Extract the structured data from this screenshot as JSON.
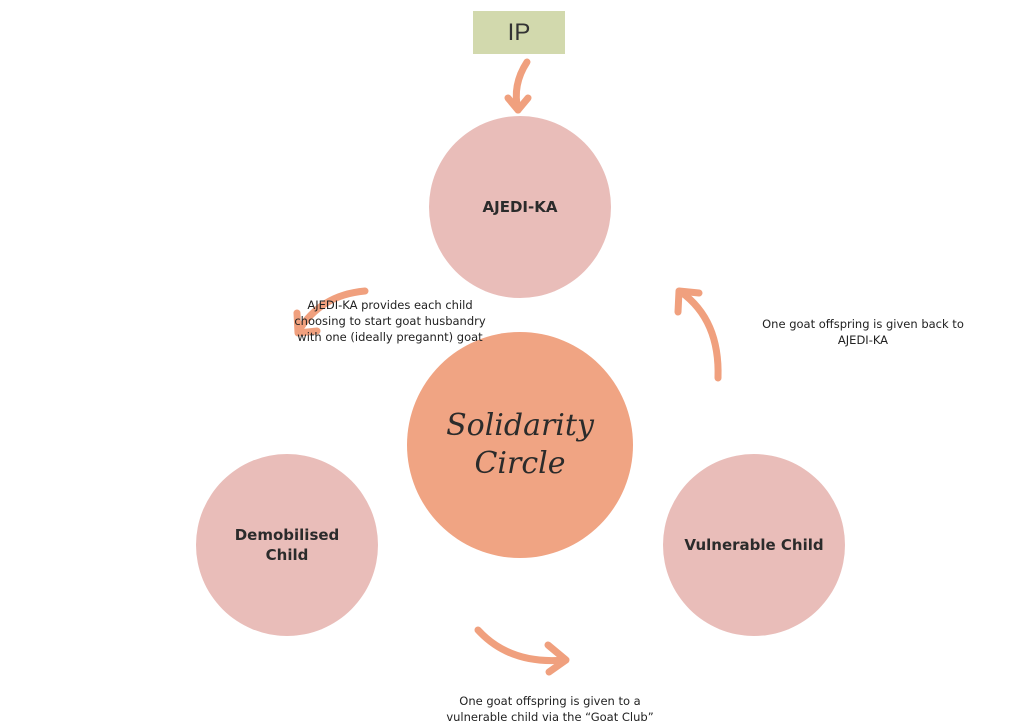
{
  "ip_box": {
    "label": "IP"
  },
  "nodes": {
    "top": "AJEDI-KA",
    "left": "Demobilised\nChild",
    "right": "Vulnerable Child",
    "center": "Solidarity\nCircle"
  },
  "annotations": {
    "left": "AJEDI-KA provides each child\nchoosing to start goat husbandry\nwith one (ideally pregannt) goat",
    "right": "One goat offspring is given back to\nAJEDI-KA",
    "bottom": "One goat offspring is given to a\nvulnerable child via the “Goat Club”"
  },
  "colors": {
    "node": "#e9bdb9",
    "center": "#f0a483",
    "arrow": "#f0a07e",
    "ip": "#d2d9ad"
  }
}
